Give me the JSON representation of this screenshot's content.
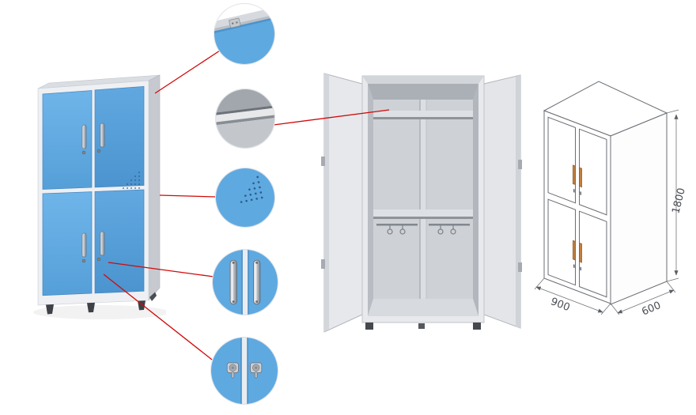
{
  "illustration": {
    "type": "product-detail-diagram",
    "views": {
      "closed_cabinet": "blue-four-door-locker-closed",
      "open_cabinet": "locker-open-doors-interior",
      "dimension_drawing": "locker-outline-with-dimensions"
    },
    "callouts": [
      {
        "icon": "top-corner-hinge-detail-icon"
      },
      {
        "icon": "interior-shelf-detail-icon"
      },
      {
        "icon": "ventilation-holes-detail-icon"
      },
      {
        "icon": "door-handles-detail-icon"
      },
      {
        "icon": "cam-locks-detail-icon"
      }
    ],
    "dimensions": {
      "height": "1800",
      "width": "900",
      "depth": "600"
    },
    "colors": {
      "door_blue": "#5FA9E1",
      "door_blue_dark": "#4A92CD",
      "frame_light": "#EEF0F3",
      "interior_gray": "#C9CDD2",
      "leader_line_red": "#CF0A0A",
      "drawing_line_gray": "#5A5E64",
      "wireframe_handle_orange": "#D08A45"
    }
  }
}
